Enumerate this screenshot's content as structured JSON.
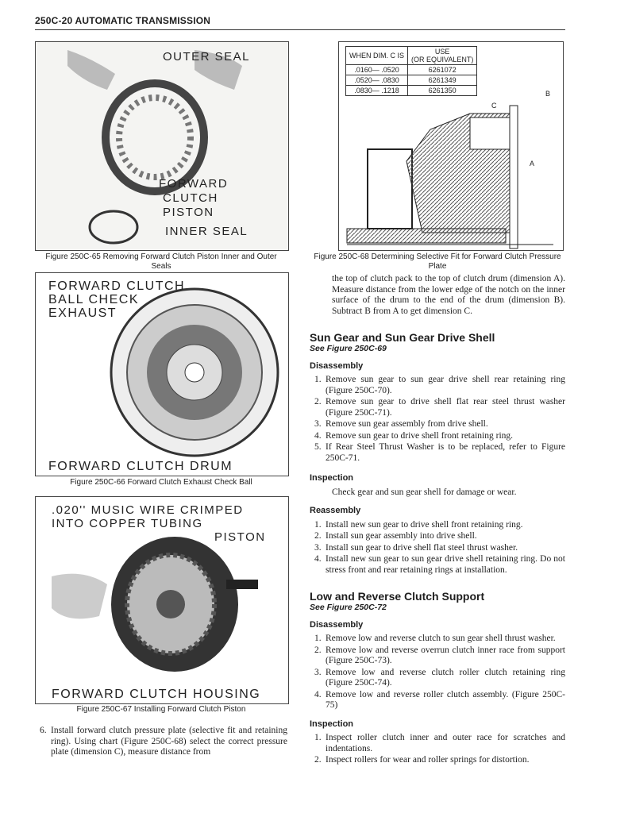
{
  "header": {
    "title": "250C-20 AUTOMATIC TRANSMISSION"
  },
  "figures": {
    "fig65": {
      "labels": [
        "OUTER SEAL",
        "FORWARD",
        "CLUTCH",
        "PISTON",
        "INNER SEAL"
      ],
      "caption": "Figure 250C-65 Removing Forward Clutch Piston Inner and Outer Seals"
    },
    "fig66": {
      "labels": [
        "FORWARD CLUTCH",
        "BALL CHECK",
        "EXHAUST",
        "FORWARD CLUTCH DRUM"
      ],
      "caption": "Figure 250C-66 Forward Clutch Exhaust Check Ball"
    },
    "fig67": {
      "labels": [
        ".020'' MUSIC WIRE CRIMPED",
        "INTO COPPER TUBING",
        "PISTON",
        "FORWARD CLUTCH HOUSING"
      ],
      "caption": "Figure 250C-67 Installing Forward Clutch Piston"
    },
    "fig68": {
      "caption": "Figure 250C-68 Determining Selective Fit for Forward Clutch Pressure Plate",
      "dims": [
        "B",
        "C",
        "A"
      ],
      "table": {
        "headers": [
          "WHEN DIM. C IS",
          "USE",
          "(OR EQUIVALENT)"
        ],
        "rows": [
          [
            ".0160— .0520",
            "6261072"
          ],
          [
            ".0520— .0830",
            "6261349"
          ],
          [
            ".0830— .1218",
            "6261350"
          ]
        ]
      }
    }
  },
  "left_text": {
    "step6": {
      "num": "6.",
      "text": "Install forward clutch pressure plate (selective fit and retaining ring). Using chart (Figure 250C-68) select the correct pressure plate (dimension C), measure distance from"
    }
  },
  "right_text": {
    "continuation": "the top of clutch pack to the top of clutch drum (dimension A). Measure distance from the lower edge of the notch on the inner surface of the drum to the end of the drum (dimension B). Subtract B from A to get dimension C.",
    "sun": {
      "title": "Sun Gear and Sun Gear Drive Shell",
      "see": "See Figure 250C-69",
      "disassembly": "Disassembly",
      "dis_steps": [
        "Remove sun gear to sun gear drive shell rear retaining ring (Figure 250C-70).",
        "Remove sun gear to drive shell flat rear steel thrust washer (Figure 250C-71).",
        "Remove sun gear assembly from drive shell.",
        "Remove sun gear to drive shell front retaining ring.",
        "If Rear Steel Thrust Washer is to be replaced, refer to Figure 250C-71."
      ],
      "inspection": "Inspection",
      "insp_text": "Check gear and sun gear shell for damage or wear.",
      "reassembly": "Reassembly",
      "re_steps": [
        "Install new sun gear to drive shell front retaining ring.",
        "Install sun gear assembly into drive shell.",
        "Install sun gear to drive shell flat steel thrust washer.",
        "Install new sun gear to sun gear drive shell retaining ring. Do not stress front and rear retaining rings at installation."
      ]
    },
    "low": {
      "title": "Low and Reverse Clutch Support",
      "see": "See Figure 250C-72",
      "disassembly": "Disassembly",
      "dis_steps": [
        "Remove low and reverse clutch to sun gear shell thrust washer.",
        "Remove low and reverse overrun clutch inner race from support (Figure 250C-73).",
        "Remove low and reverse clutch roller clutch retaining ring (Figure 250C-74).",
        "Remove low and reverse roller clutch assembly. (Figure 250C-75)"
      ],
      "inspection": "Inspection",
      "insp_steps": [
        "Inspect roller clutch inner and outer race for scratches and indentations.",
        "Inspect rollers for wear and roller springs for distortion."
      ]
    }
  }
}
